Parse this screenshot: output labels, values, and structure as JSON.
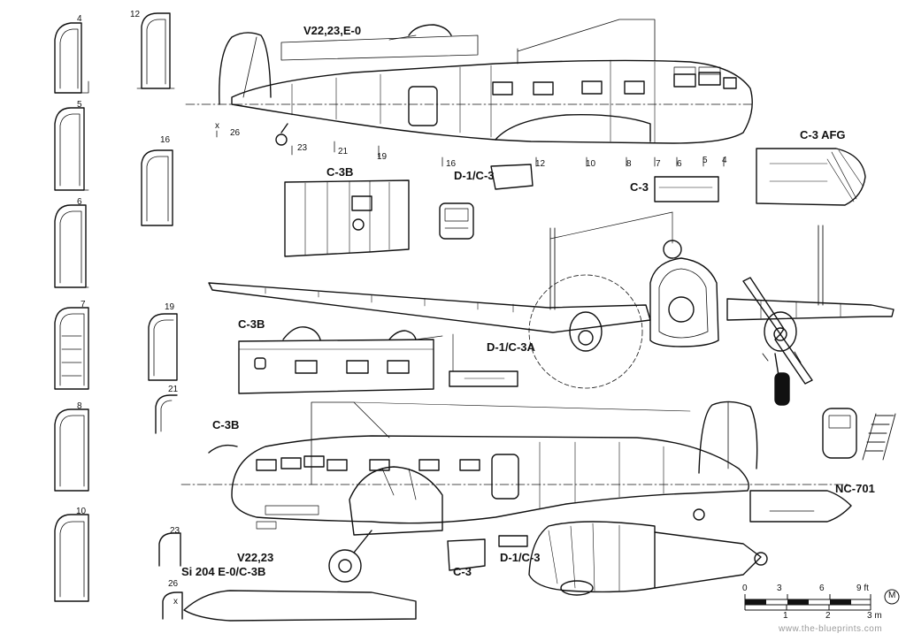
{
  "drawing": {
    "variant_labels": {
      "v22_e0": "V22,23,E-0",
      "c3b_top": "C-3B",
      "c3afg": "C-3 AFG",
      "c3_side": "C-3",
      "d1_c3_upper": "D-1/C-3",
      "c3b_mid": "C-3B",
      "d1_c3a": "D-1/C-3A",
      "c3b_left": "C-3B",
      "nc701": "NC-701",
      "v22_si204": "V22,23",
      "si204_line": "Si 204 E-0/C-3B",
      "d1_c3_lower": "D-1/C-3",
      "c3_lower": "C-3"
    },
    "left_column_frames": [
      "4",
      "5",
      "6",
      "7",
      "8",
      "10"
    ],
    "second_column_frames": [
      "12",
      "16",
      "19",
      "21",
      "23",
      "26"
    ],
    "second_column_extra": "x",
    "fuselage_stations": {
      "x": "x",
      "s26": "26",
      "s23": "23",
      "s21": "21",
      "s19": "19",
      "s16": "16",
      "s12": "12",
      "s10": "10",
      "s8": "8",
      "s7": "7",
      "s6": "6",
      "s5": "5",
      "s4": "4"
    },
    "scale_bar": {
      "feet_ticks": [
        "0",
        "3",
        "6",
        "9 ft"
      ],
      "meter_ticks": [
        "1",
        "2",
        "3 m"
      ]
    },
    "signature": "M",
    "watermark": "www.the-blueprints.com"
  }
}
